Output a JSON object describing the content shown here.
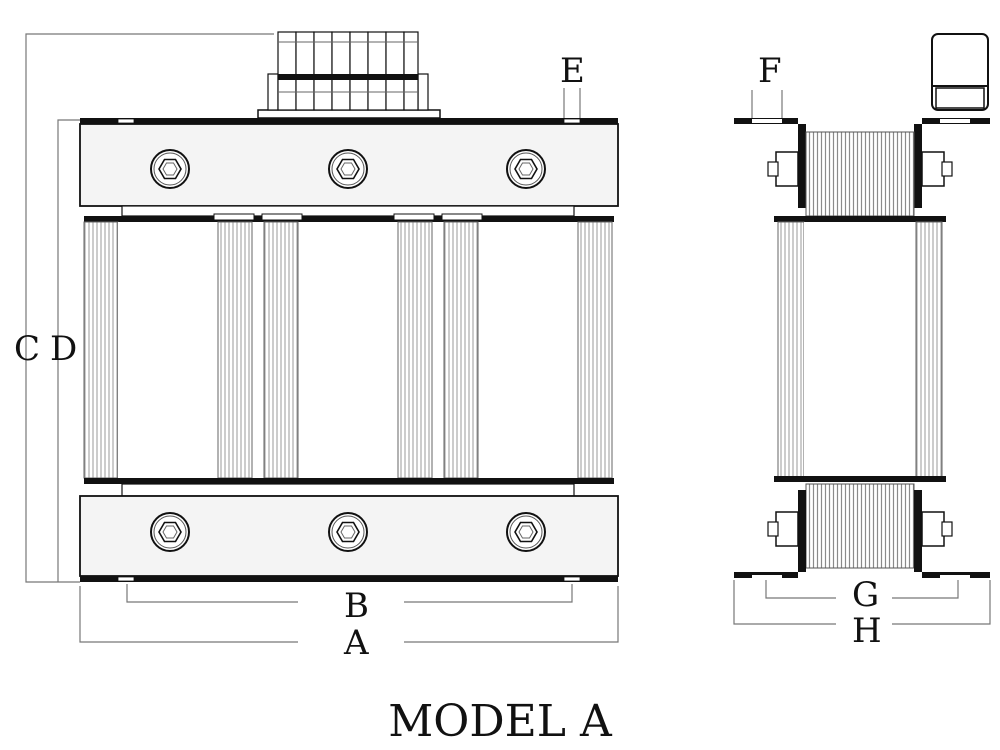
{
  "title": "MODEL A",
  "dimensions": {
    "A": "A",
    "B": "B",
    "C": "C",
    "D": "D",
    "E": "E",
    "F": "F",
    "G": "G",
    "H": "H"
  },
  "colors": {
    "ink": "#111111",
    "frame_fill": "#f4f4f4",
    "coil_line": "#9a9a9a",
    "dimension_line": "#888888"
  }
}
